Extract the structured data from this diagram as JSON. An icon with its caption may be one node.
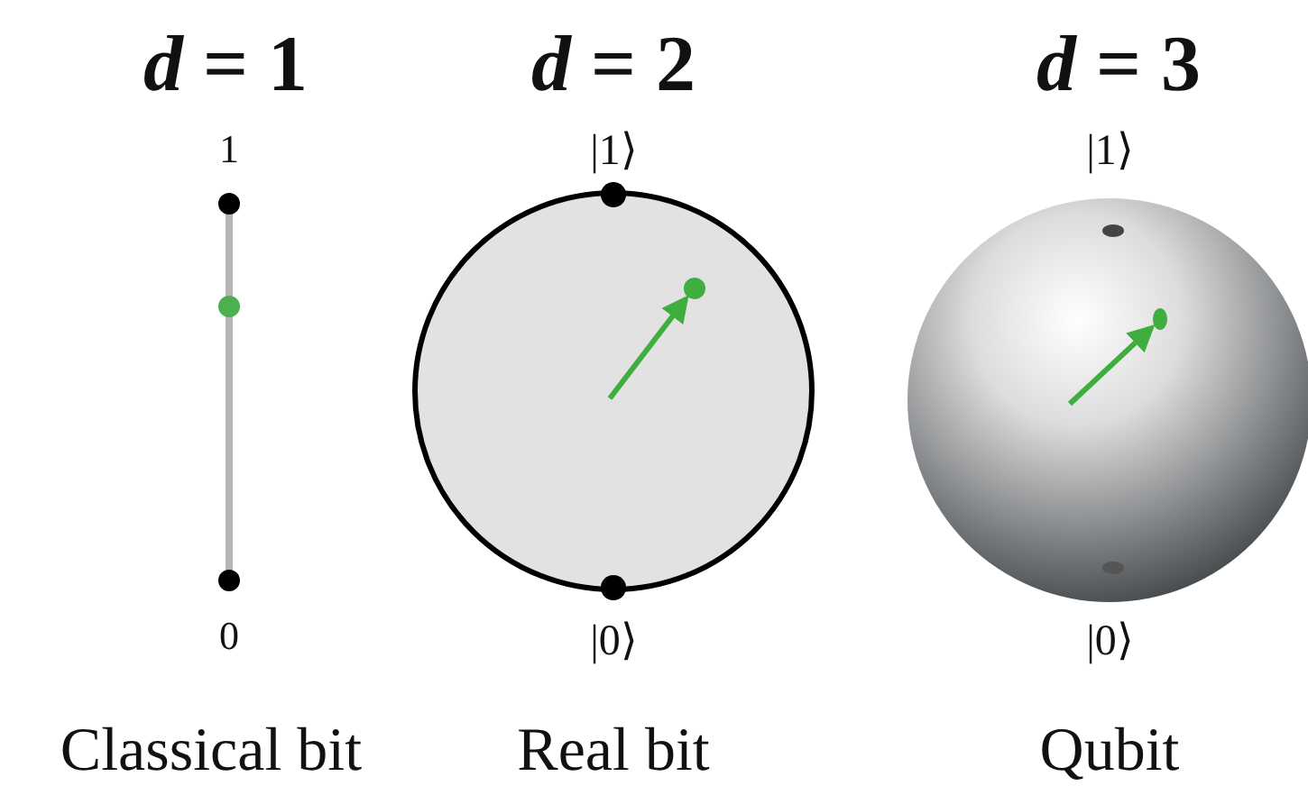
{
  "diagram": {
    "labels": [
      "*d* = 1",
      "*d* = 2",
      "*d* = 3",
      "1",
      "|1⟩",
      "|1⟩",
      "0",
      "|0⟩",
      "|0⟩",
      "Classical bit",
      "Real bit",
      "Qubit"
    ]
  }
}
